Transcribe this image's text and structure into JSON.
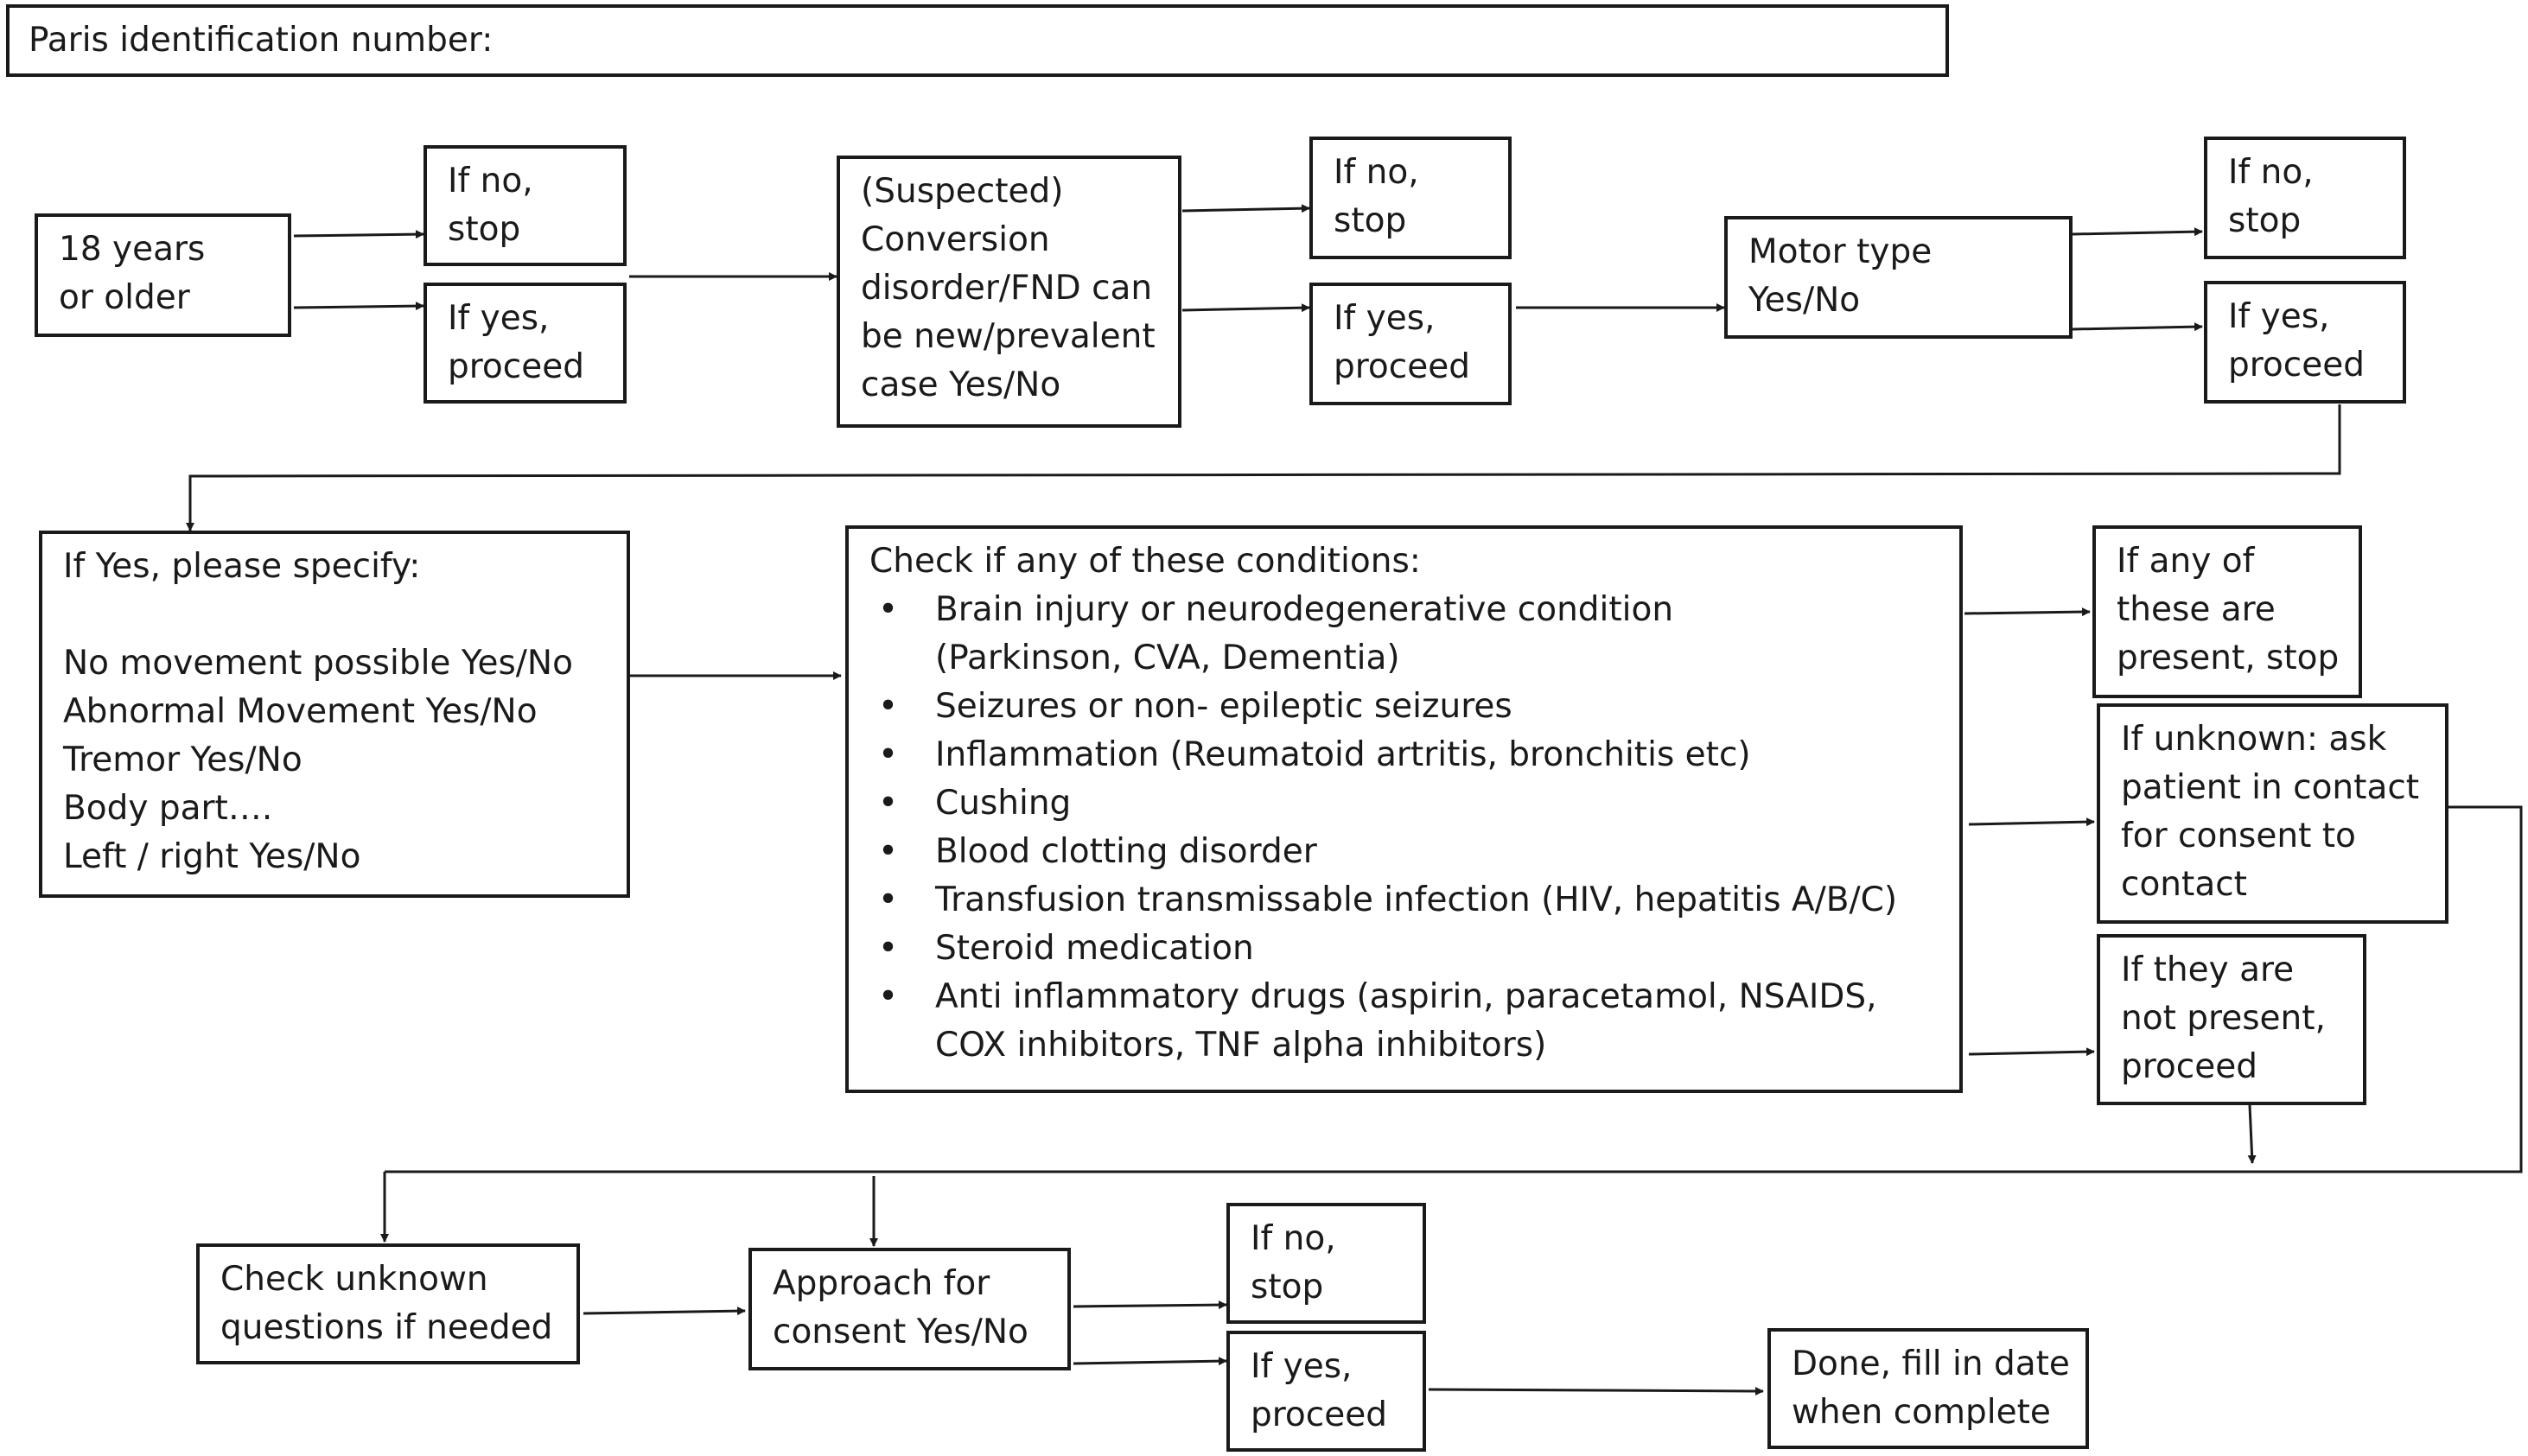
{
  "header": {
    "label": "Paris identification number:"
  },
  "row1": {
    "age_question": "18 years or older",
    "age_no": "If no, stop",
    "age_yes": "If yes, proceed",
    "fnd_question": "(Suspected) Conversion disorder/FND can be new/prevalent case Yes/No",
    "fnd_no": "If no, stop",
    "fnd_yes": "If yes, proceed",
    "motor_question": "Motor type Yes/No",
    "motor_no": "If no, stop",
    "motor_yes": "If yes, proceed"
  },
  "row2": {
    "specify_title": "If Yes, please specify:",
    "specify_items": [
      "No movement possible Yes/No",
      "Abnormal Movement Yes/No",
      "Tremor Yes/No",
      "Body part….",
      "Left / right Yes/No"
    ],
    "conditions_title": "Check if any of these conditions:",
    "conditions": [
      "Brain injury or neurodegenerative condition (Parkinson, CVA, Dementia)",
      "Seizures or non- epileptic seizures",
      "Inflammation (Reumatoid artritis, bronchitis etc)",
      "Cushing",
      "Blood clotting disorder",
      "Transfusion transmissable infection (HIV, hepatitis A/B/C)",
      "Steroid medication",
      "Anti inflammatory drugs (aspirin, paracetamol, NSAIDS, COX inhibitors, TNF alpha inhibitors)"
    ],
    "outcome_present": "If any of these are present, stop",
    "outcome_unknown": "If unknown: ask patient in contact for consent to contact",
    "outcome_not_present": "If they are not present, proceed"
  },
  "row3": {
    "check_unknown": "Check unknown questions if needed",
    "consent_question": "Approach for consent Yes/No",
    "consent_no": "If no, stop",
    "consent_yes": "If yes, proceed",
    "done": "Done, fill in date when complete"
  }
}
